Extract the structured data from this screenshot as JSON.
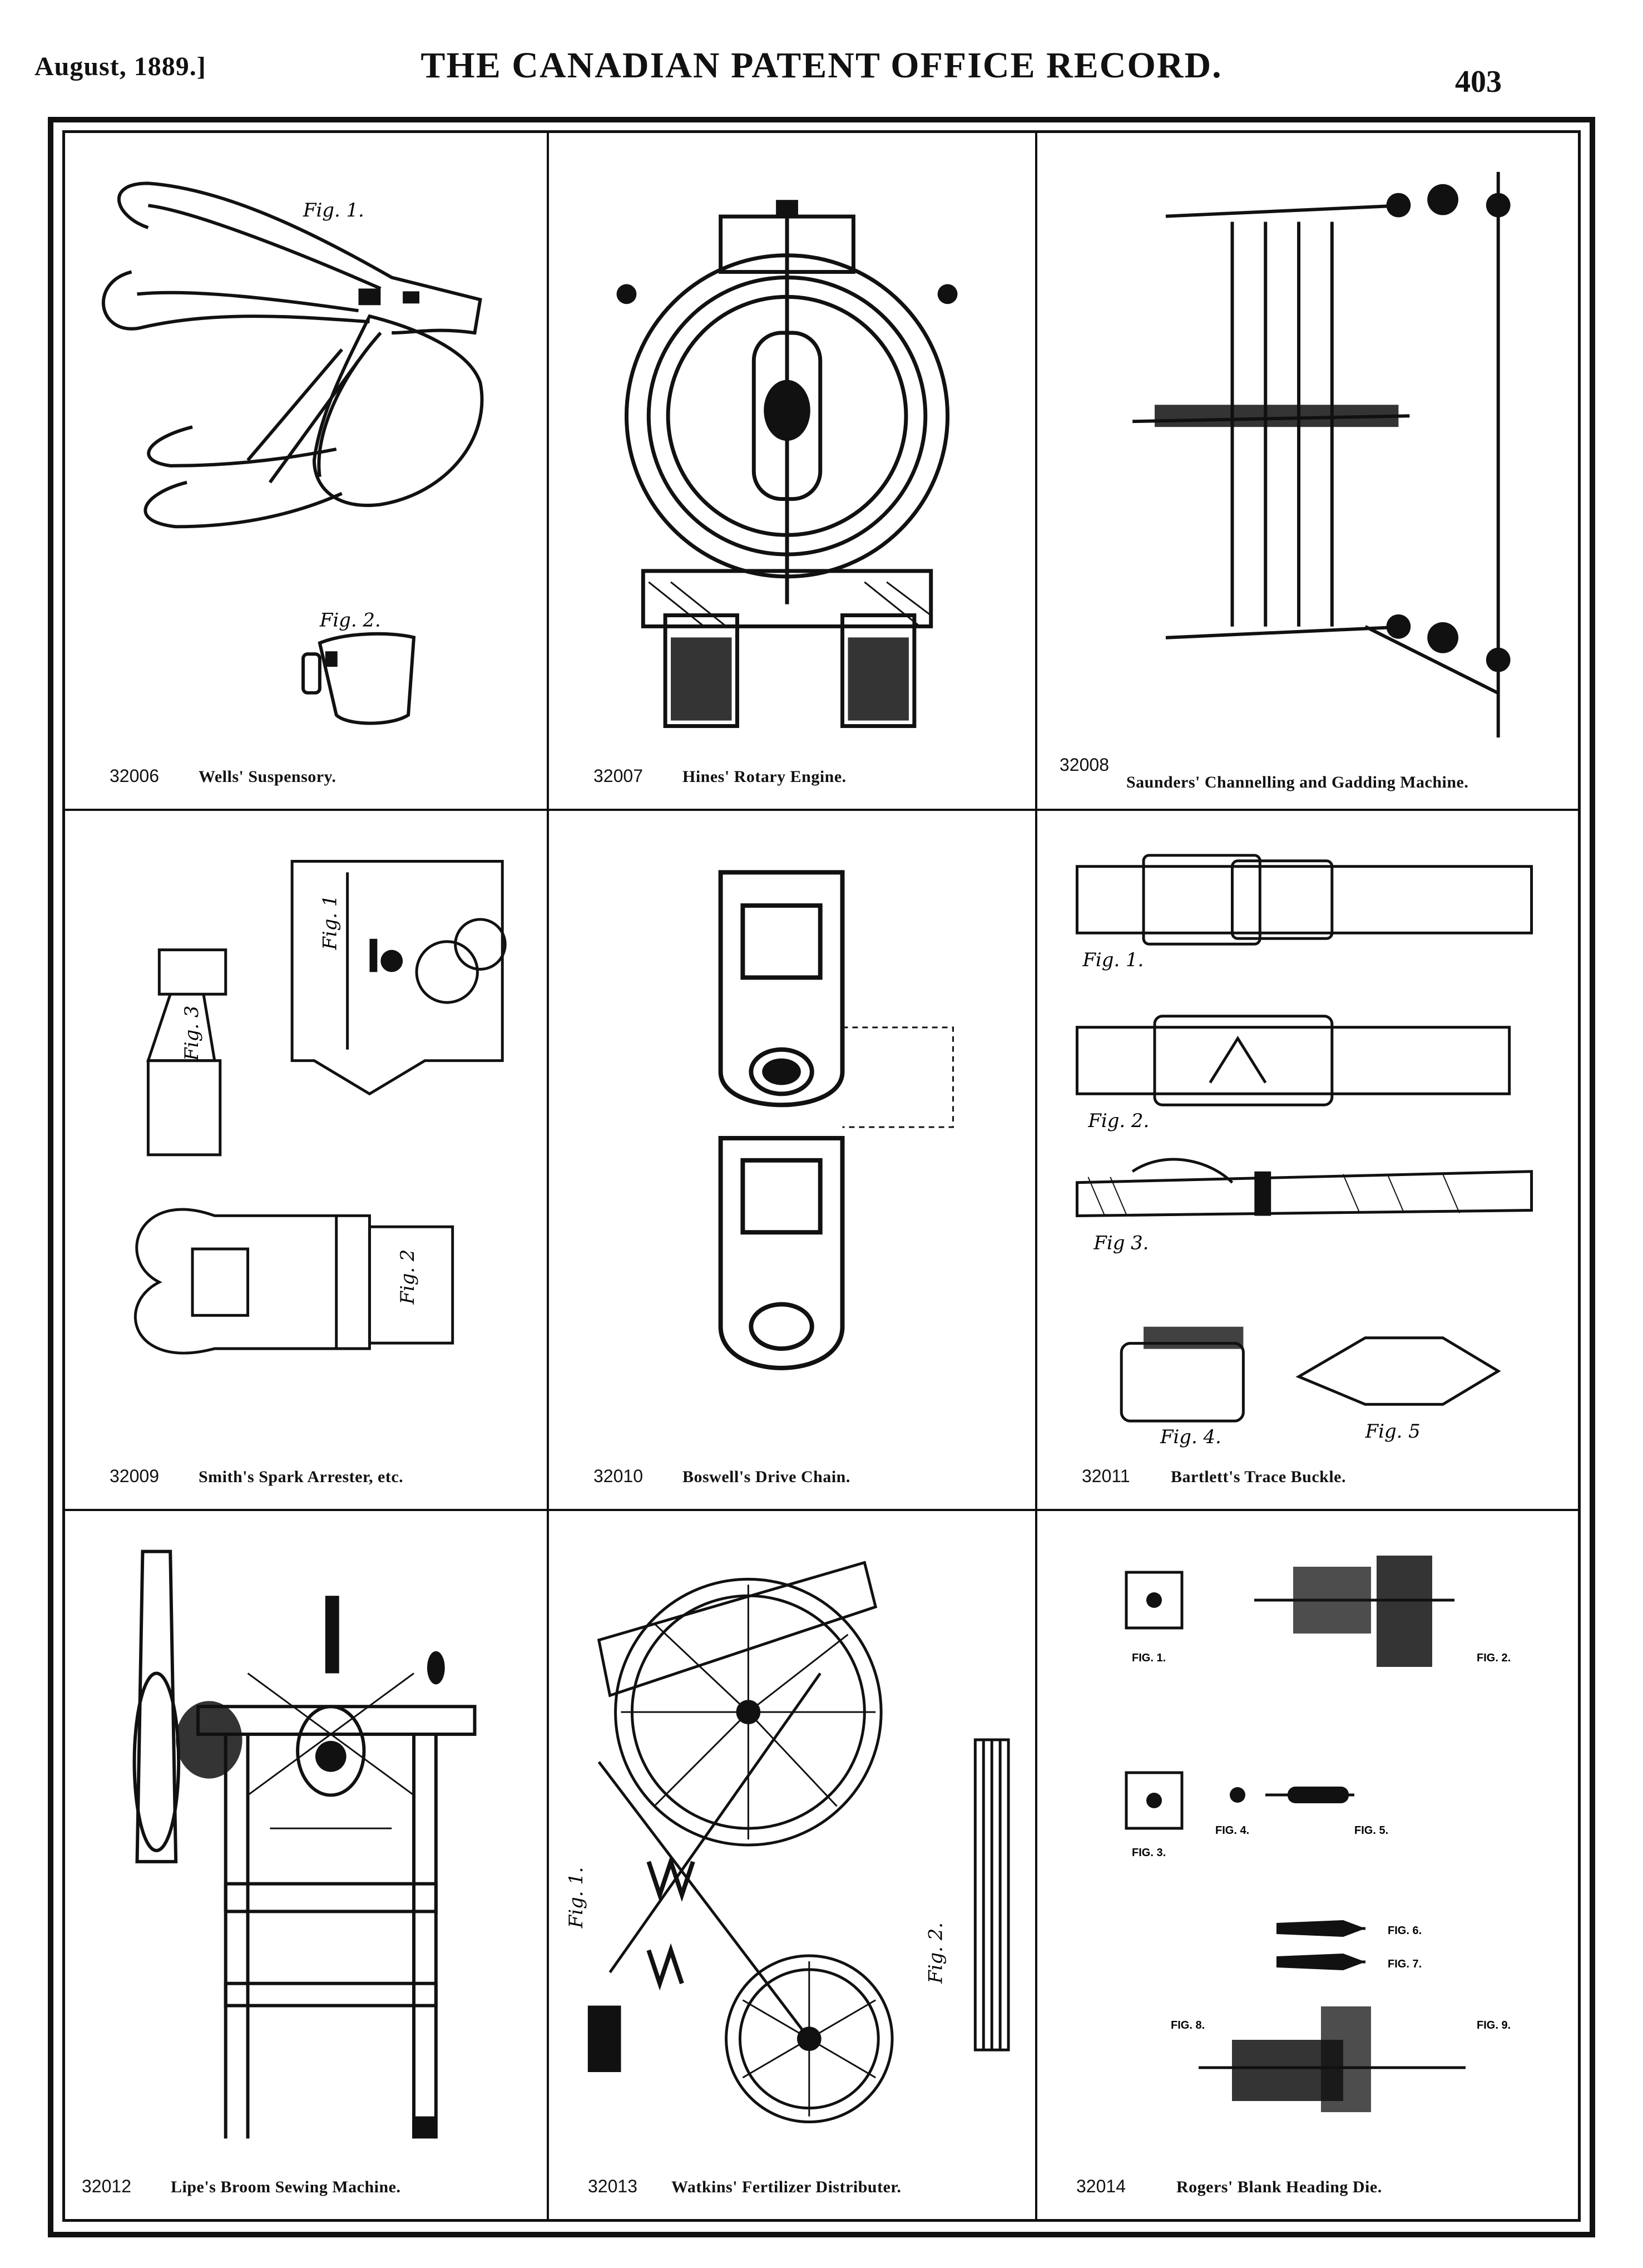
{
  "header": {
    "date": "August, 1889.]",
    "title": "THE CANADIAN PATENT OFFICE RECORD.",
    "page_number": "403"
  },
  "patents": [
    {
      "number": "32006",
      "title": "Wells' Suspensory.",
      "figure_labels": [
        "Fig. 1.",
        "Fig. 2."
      ]
    },
    {
      "number": "32007",
      "title": "Hines' Rotary Engine.",
      "figure_labels": []
    },
    {
      "number": "32008",
      "title": "Saunders' Channelling and Gadding Machine.",
      "figure_labels": []
    },
    {
      "number": "32009",
      "title": "Smith's Spark Arrester, etc.",
      "figure_labels": [
        "Fig. 1",
        "Fig. 2",
        "Fig. 3"
      ]
    },
    {
      "number": "32010",
      "title": "Boswell's Drive Chain.",
      "figure_labels": []
    },
    {
      "number": "32011",
      "title": "Bartlett's Trace Buckle.",
      "figure_labels": [
        "Fig. 1.",
        "Fig. 2.",
        "Fig 3.",
        "Fig. 4.",
        "Fig. 5"
      ]
    },
    {
      "number": "32012",
      "title": "Lipe's Broom Sewing Machine.",
      "figure_labels": []
    },
    {
      "number": "32013",
      "title": "Watkins' Fertilizer Distributer.",
      "figure_labels": [
        "Fig. 1.",
        "Fig. 2."
      ]
    },
    {
      "number": "32014",
      "title": "Rogers' Blank Heading Die.",
      "figure_labels": [
        "FIG. 1.",
        "FIG. 2.",
        "FIG. 3.",
        "FIG. 4.",
        "FIG. 5.",
        "FIG. 6.",
        "FIG. 7.",
        "FIG. 8.",
        "FIG. 9."
      ]
    }
  ]
}
